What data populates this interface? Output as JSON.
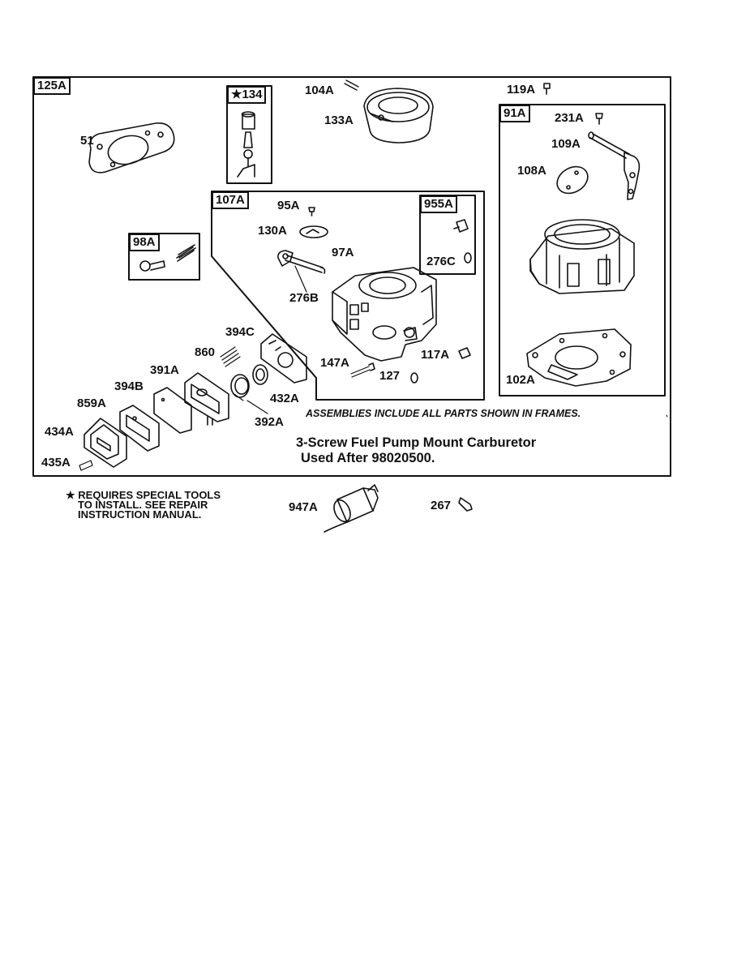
{
  "frame_labels": {
    "f125A": "125A",
    "f134": "★134",
    "f107A": "107A",
    "f955A": "955A",
    "f98A": "98A",
    "f91A": "91A"
  },
  "parts": {
    "p51": "51",
    "p104A": "104A",
    "p133A": "133A",
    "p119A": "119A",
    "p231A": "231A",
    "p109A": "109A",
    "p108A": "108A",
    "p102A": "102A",
    "p95A": "95A",
    "p130A": "130A",
    "p97A": "97A",
    "p276B": "276B",
    "p276C": "276C",
    "p147A": "147A",
    "p117A": "117A",
    "p127": "127",
    "p394C": "394C",
    "p860": "860",
    "p391A": "391A",
    "p394B": "394B",
    "p859A": "859A",
    "p434A": "434A",
    "p435A": "435A",
    "p432A": "432A",
    "p392A": "392A",
    "p947A": "947A",
    "p267": "267"
  },
  "assemblies_note": "ASSEMBLIES INCLUDE ALL PARTS SHOWN IN FRAMES.",
  "title_line1": "3-Screw Fuel Pump Mount Carburetor",
  "title_line2": "Used After 98020500.",
  "footnote": {
    "line1": "★ REQUIRES SPECIAL TOOLS",
    "line2": "TO INSTALL.  SEE REPAIR",
    "line3": "INSTRUCTION MANUAL."
  }
}
